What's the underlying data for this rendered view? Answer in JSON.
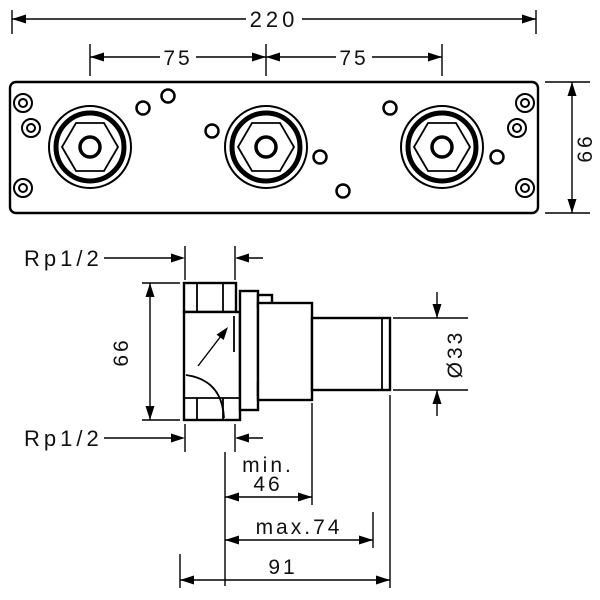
{
  "drawing": {
    "type": "installation-dimension-drawing",
    "colors": {
      "line": "#000000",
      "background": "#ffffff"
    },
    "front_view": {
      "overall_width": "220",
      "port_pitch_left": "75",
      "port_pitch_right": "75",
      "overall_height": "66"
    },
    "side_view": {
      "thread_top": "Rp1/2",
      "thread_bottom": "Rp1/2",
      "body_height": "66",
      "pipe_diameter": "Ø33",
      "depth_min_label": "min.",
      "depth_min_value": "46",
      "depth_max": "max.74",
      "total_depth": "91"
    }
  }
}
